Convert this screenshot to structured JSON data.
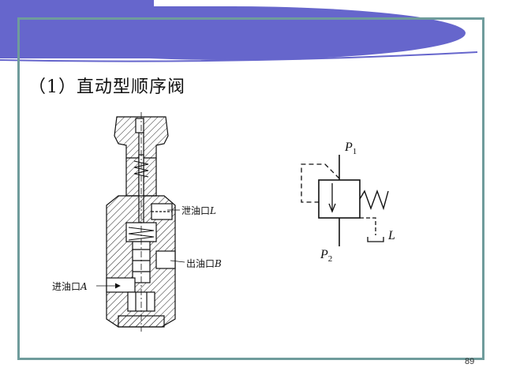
{
  "slide": {
    "title": "（1）直动型顺序阀",
    "page_number": "89",
    "colors": {
      "banner": "#6666cc",
      "frame": "#6f9c9c",
      "stroke": "#111111"
    }
  },
  "section_view": {
    "drain_port": {
      "text": "泄油口",
      "letter": "L"
    },
    "outlet_port": {
      "text": "出油口",
      "letter": "B"
    },
    "inlet_port": {
      "text": "进油口",
      "letter": "A"
    }
  },
  "symbol": {
    "p1": {
      "letter": "P",
      "sub": "1"
    },
    "p2": {
      "letter": "P",
      "sub": "2"
    },
    "l": "L"
  }
}
